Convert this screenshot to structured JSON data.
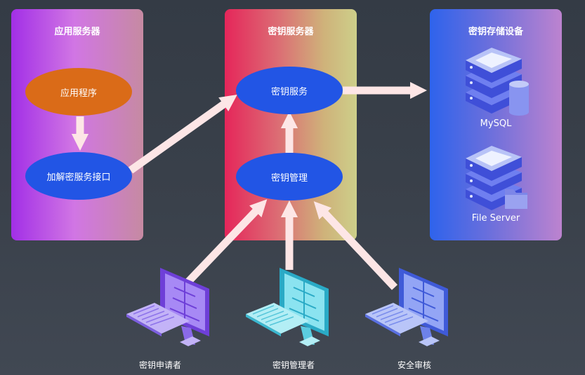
{
  "panels": {
    "app_server": {
      "title": "应用服务器",
      "nodes": {
        "app": "应用程序",
        "crypto_api": "加解密服务接口"
      }
    },
    "key_server": {
      "title": "密钥服务器",
      "nodes": {
        "key_service": "密钥服务",
        "key_management": "密钥管理"
      }
    },
    "key_storage": {
      "title": "密钥存储设备",
      "devices": {
        "mysql": "MySQL",
        "file_server": "File Server"
      }
    }
  },
  "clients": {
    "requester": {
      "label": "密钥申请者",
      "color": "#9b6cf0"
    },
    "manager": {
      "label": "密钥管理者",
      "color": "#4fc9e0"
    },
    "auditor": {
      "label": "安全审核",
      "color": "#6e86f0"
    }
  },
  "colors": {
    "arrow": "#fde6e6",
    "ellipse_blue": "#2255e5",
    "ellipse_orange": "#da6b18"
  }
}
